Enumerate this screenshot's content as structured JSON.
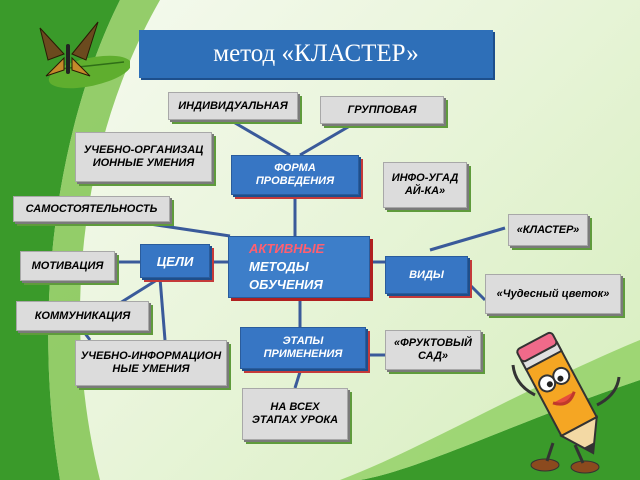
{
  "title": "метод «КЛАСТЕР»",
  "center": {
    "line1": "АКТИВНЫЕ",
    "line2": "МЕТОДЫ",
    "line3": "ОБУЧЕНИЯ"
  },
  "nodes": {
    "individual": "ИНДИВИДУАЛЬНАЯ",
    "group": "ГРУППОВАЯ",
    "edu_org": "УЧЕБНО-ОРГАНИЗАЦИОННЫЕ УМЕНИЯ",
    "form": "ФОРМА ПРОВЕДЕНИЯ",
    "info_guess": "ИНФО-УГАДАЙ-КА»",
    "independence": "САМОСТОЯТЕЛЬНОСТЬ",
    "cluster": "«КЛАСТЕР»",
    "goals": "ЦЕЛИ",
    "motivation": "МОТИВАЦИЯ",
    "types": "ВИДЫ",
    "flower": "«Чудесный цветок»",
    "communication": "КОММУНИКАЦИЯ",
    "stages": "ЭТАПЫ ПРИМЕНЕНИЯ",
    "fruit_garden": "«ФРУКТОВЫЙ САД»",
    "edu_info": "УЧЕБНО-ИНФОРМАЦИОННЫЕ УМЕНИЯ",
    "all_stages": "НА ВСЕХ ЭТАПАХ УРОКА"
  },
  "colors": {
    "title_bg": "#2e6fb8",
    "blue_box": "#3776c4",
    "grey_box": "#dcdcdc",
    "accent_text": "#ff5f70"
  },
  "icons": [
    "butterfly-icon",
    "pencil-character-icon"
  ]
}
